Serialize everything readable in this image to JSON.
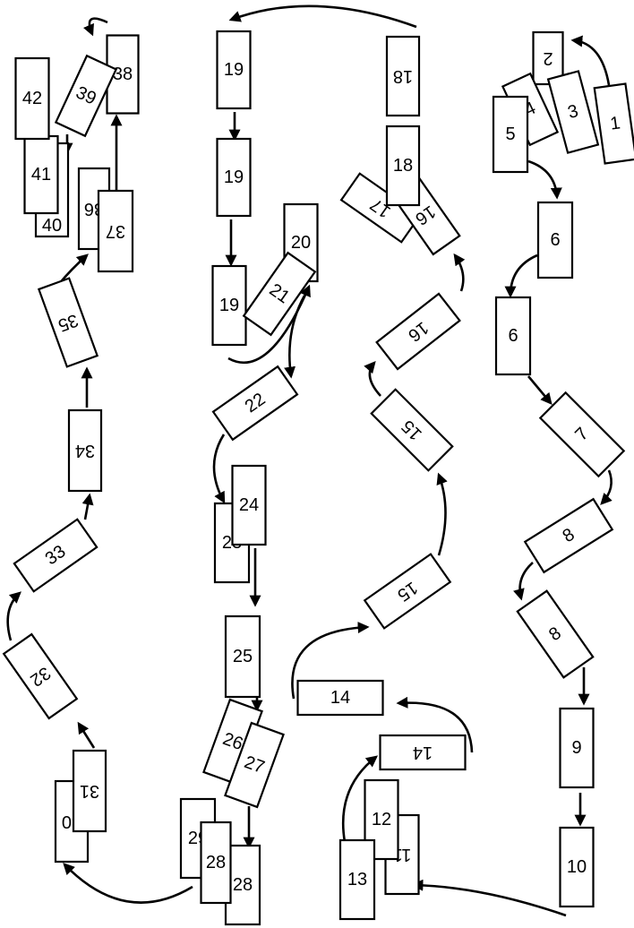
{
  "diagram": {
    "boxes": [
      {
        "label": "1"
      },
      {
        "label": "2"
      },
      {
        "label": "4"
      },
      {
        "label": "3"
      },
      {
        "label": "5"
      },
      {
        "label": "6"
      },
      {
        "label": "6"
      },
      {
        "label": "7"
      },
      {
        "label": "8"
      },
      {
        "label": "8"
      },
      {
        "label": "9"
      },
      {
        "label": "10"
      },
      {
        "label": "11"
      },
      {
        "label": "12"
      },
      {
        "label": "13"
      },
      {
        "label": "14"
      },
      {
        "label": "14"
      },
      {
        "label": "15"
      },
      {
        "label": "15"
      },
      {
        "label": "16"
      },
      {
        "label": "17"
      },
      {
        "label": "16"
      },
      {
        "label": "18"
      },
      {
        "label": "18"
      },
      {
        "label": "19"
      },
      {
        "label": "19"
      },
      {
        "label": "19"
      },
      {
        "label": "20"
      },
      {
        "label": "21"
      },
      {
        "label": "22"
      },
      {
        "label": "23"
      },
      {
        "label": "24"
      },
      {
        "label": "25"
      },
      {
        "label": "26"
      },
      {
        "label": "27"
      },
      {
        "label": "28"
      },
      {
        "label": "29"
      },
      {
        "label": "28"
      },
      {
        "label": "30"
      },
      {
        "label": "31"
      },
      {
        "label": "32"
      },
      {
        "label": "33"
      },
      {
        "label": "34"
      },
      {
        "label": "35"
      },
      {
        "label": "36"
      },
      {
        "label": "37"
      },
      {
        "label": "38"
      },
      {
        "label": "39"
      },
      {
        "label": "40"
      },
      {
        "label": "41"
      },
      {
        "label": "42"
      }
    ]
  }
}
